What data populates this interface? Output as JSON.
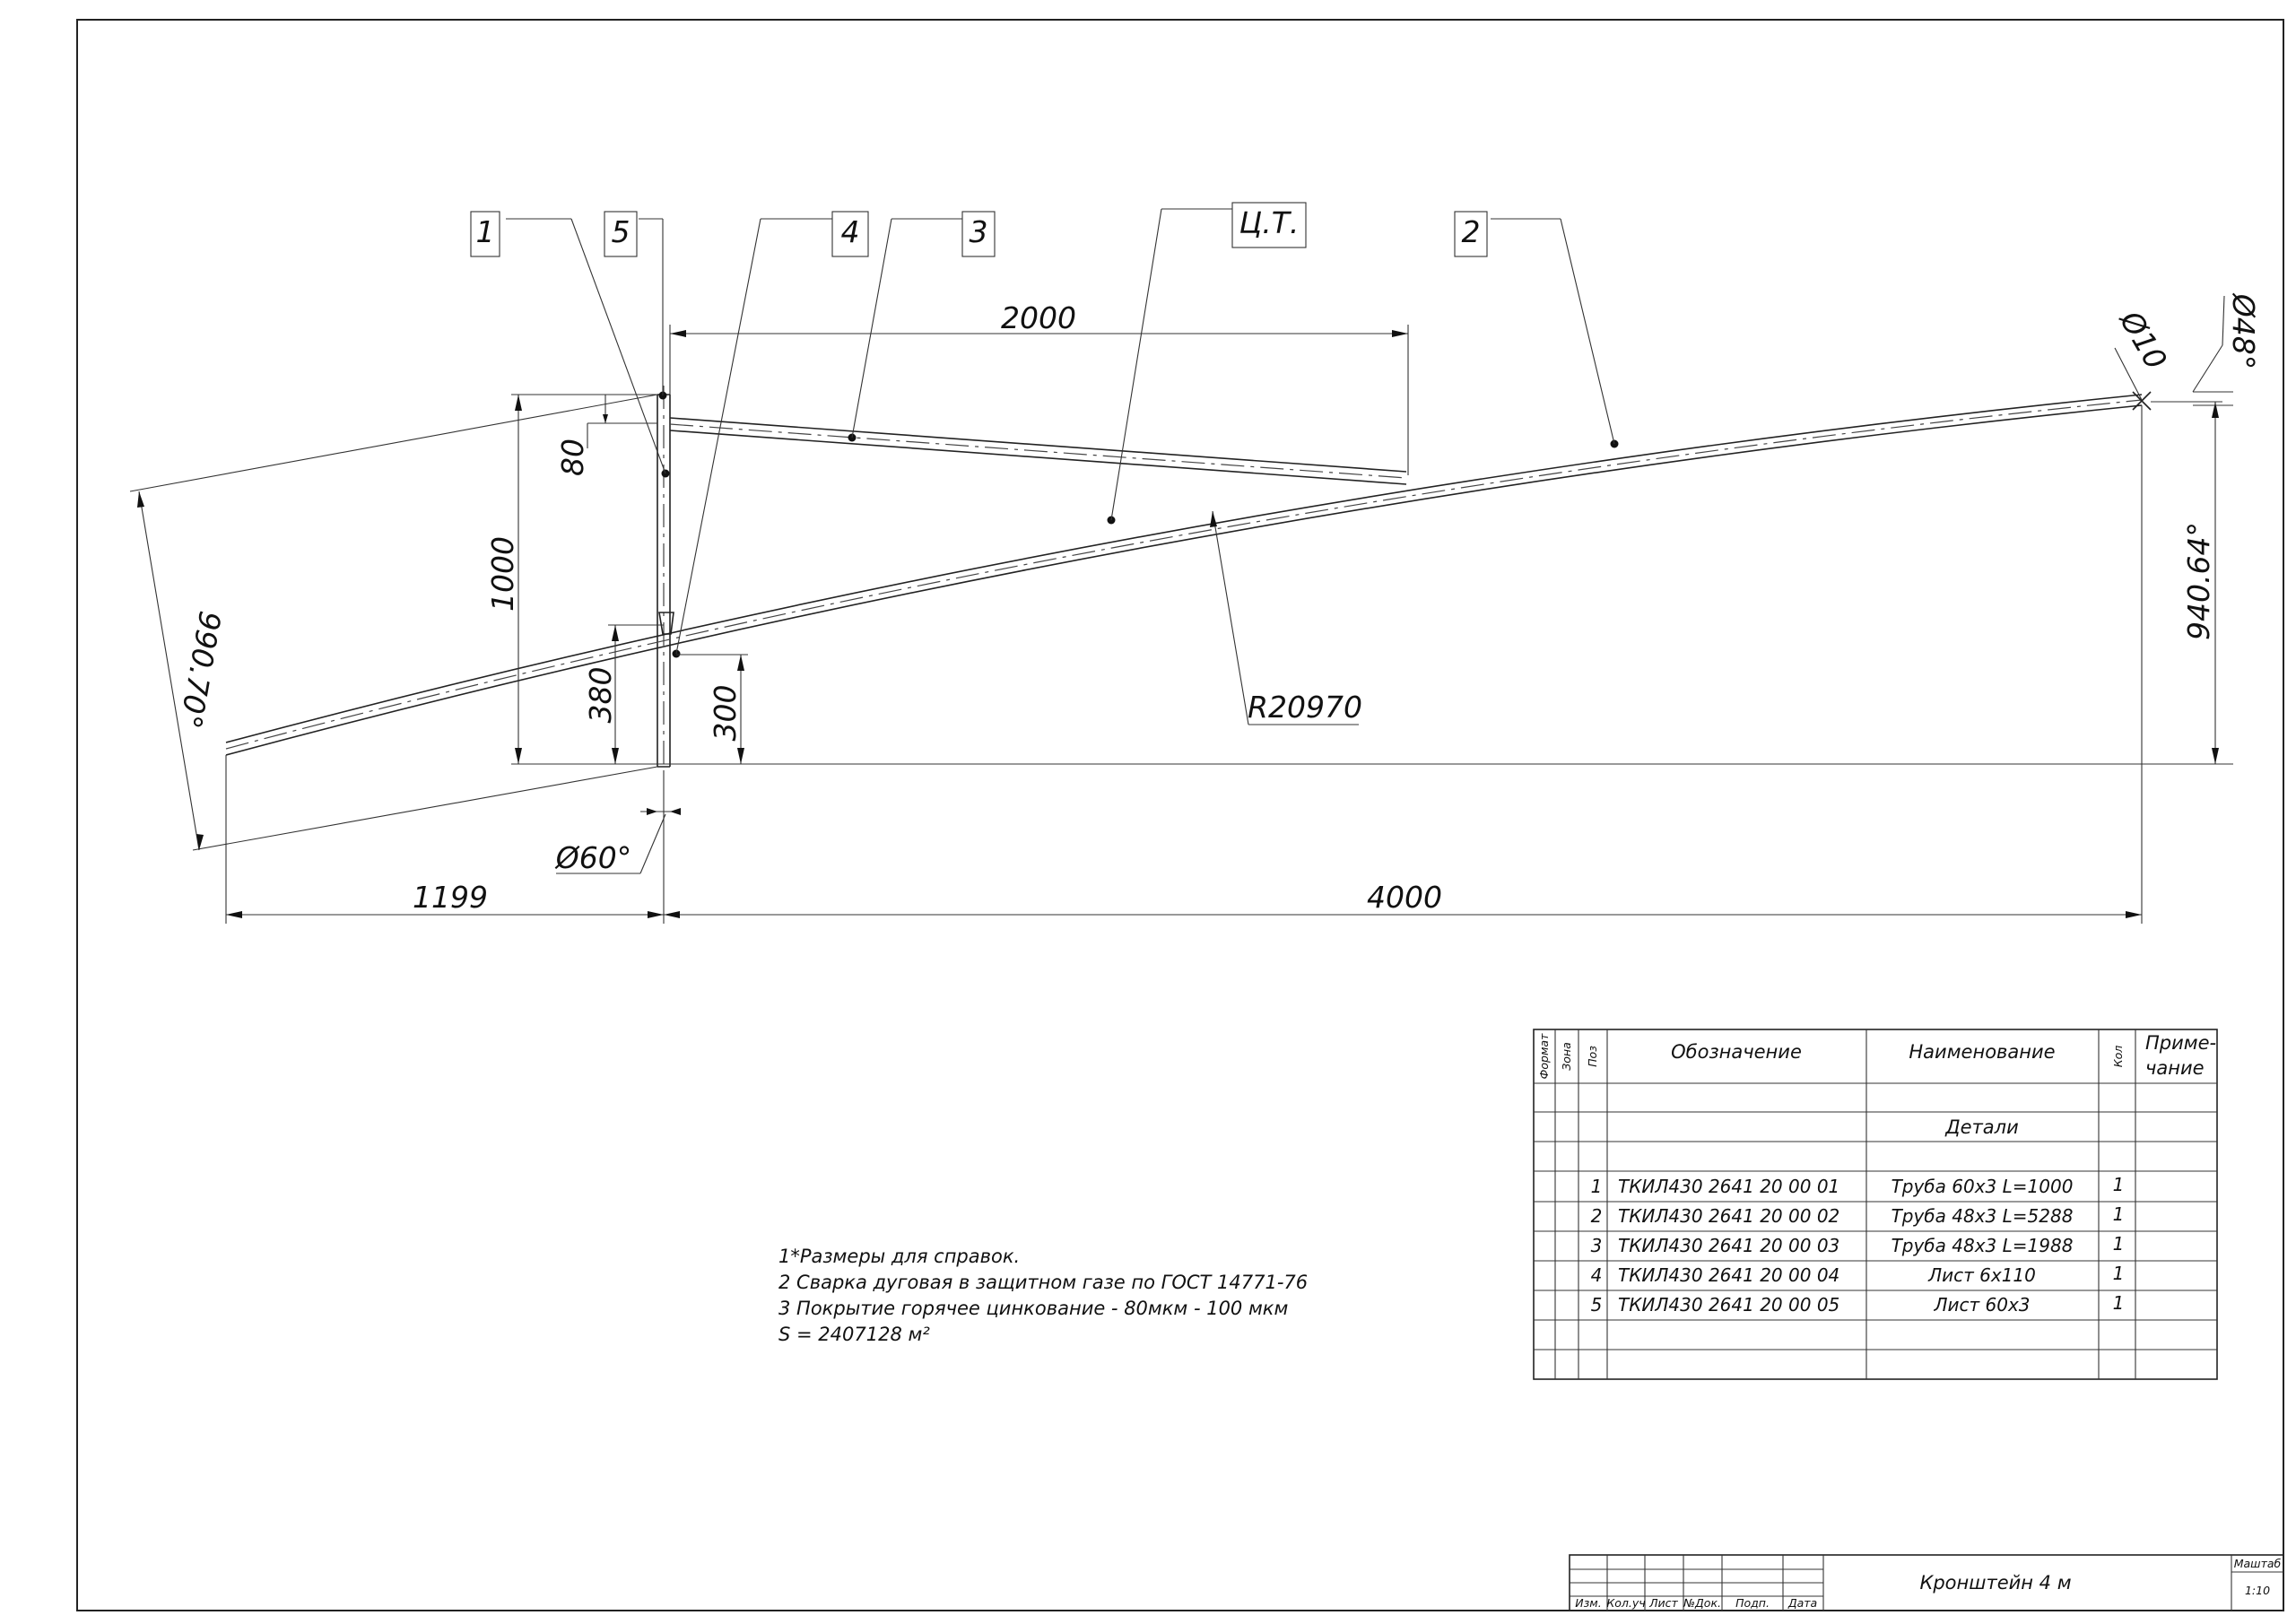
{
  "drawing": {
    "dimensions": {
      "d2000": "2000",
      "d80": "80",
      "d1000": "1000",
      "d380": "380",
      "d300": "300",
      "d990": "990.70°",
      "d940": "940.64°",
      "d1199": "1199",
      "d4000": "4000",
      "dia60": "Ø60°",
      "dia10": "Ø10",
      "dia48": "Ø48°",
      "radius": "R20970"
    },
    "callouts": {
      "c1": "1",
      "c5": "5",
      "c4": "4",
      "c3": "3",
      "ct": "Ц.Т.",
      "c2": "2"
    }
  },
  "notes": [
    "1*Размеры для справок.",
    "2 Сварка дуговая в защитном газе по ГОСТ 14771-76",
    "3 Покрытие горячее цинкование - 80мкм - 100 мкм",
    "S = 2407128 м²"
  ],
  "spec_table": {
    "headers": {
      "format": "Формат",
      "zone": "Зона",
      "pos": "Поз",
      "designation": "Обозначение",
      "name": "Наименование",
      "qty": "Кол",
      "note_line1": "Приме-",
      "note_line2": "чание"
    },
    "section": "Детали",
    "rows": [
      {
        "pos": "1",
        "designation": "ТКИЛ430 2641 20 00 01",
        "name": "Труба 60х3 L=1000",
        "qty": "1"
      },
      {
        "pos": "2",
        "designation": "ТКИЛ430 2641 20 00 02",
        "name": "Труба 48х3 L=5288",
        "qty": "1"
      },
      {
        "pos": "3",
        "designation": "ТКИЛ430 2641 20 00 03",
        "name": "Труба 48х3 L=1988",
        "qty": "1"
      },
      {
        "pos": "4",
        "designation": "ТКИЛ430 2641 20 00 04",
        "name": "Лист 6х110",
        "qty": "1"
      },
      {
        "pos": "5",
        "designation": "ТКИЛ430 2641 20 00 05",
        "name": "Лист 60х3",
        "qty": "1"
      }
    ]
  },
  "title_block": {
    "labels": [
      "Изм.",
      "Кол.уч",
      "Лист",
      "№Док.",
      "Подп.",
      "Дата"
    ],
    "title": "Кронштейн 4 м",
    "scale_label": "Маштаб",
    "scale_value": "1:10"
  }
}
